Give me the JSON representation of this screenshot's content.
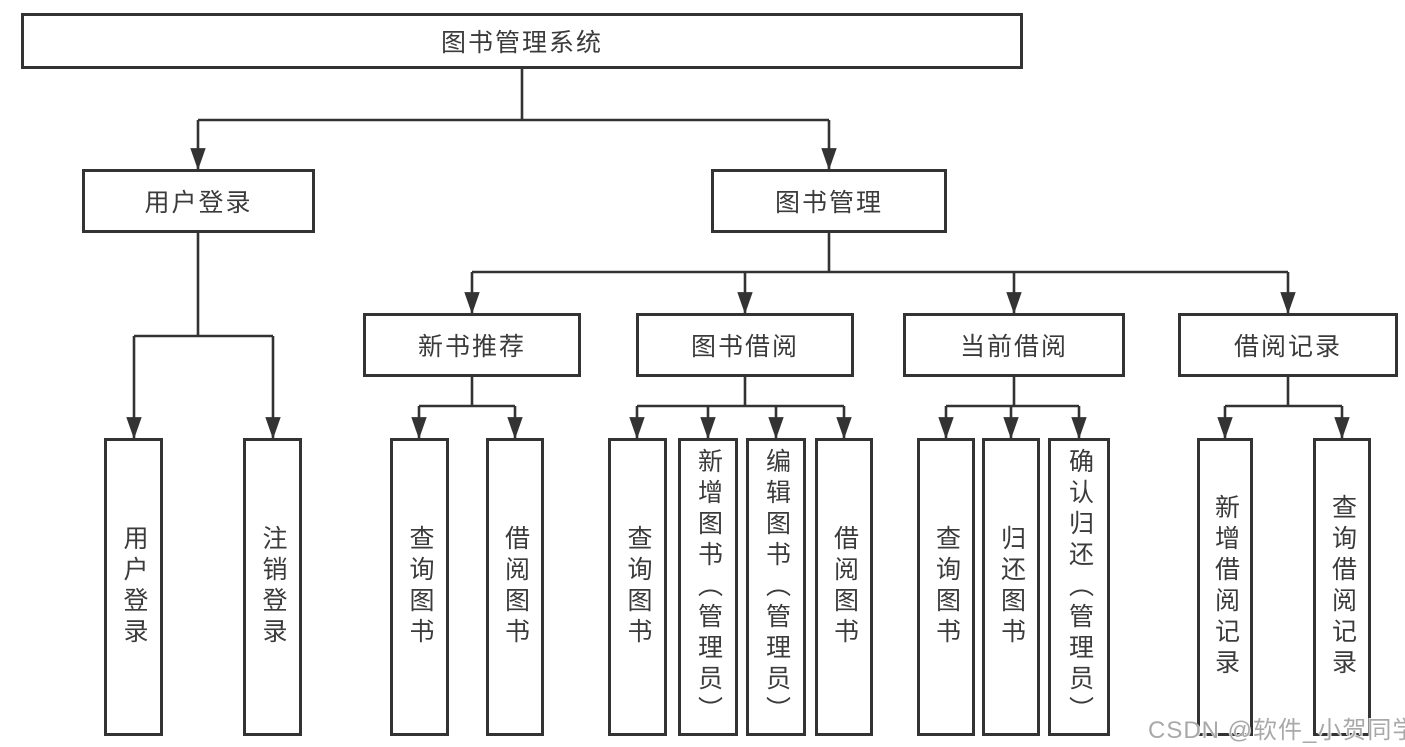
{
  "diagram": {
    "type": "hierarchy-tree",
    "line_color": "#333333",
    "text_color": "#3b3b3b",
    "box_background": "#ffffff"
  },
  "tree": {
    "label": "图书管理系统",
    "children": [
      {
        "label": "用户登录",
        "children": [
          {
            "label": "用户登录"
          },
          {
            "label": "注销登录"
          }
        ]
      },
      {
        "label": "图书管理",
        "children": [
          {
            "label": "新书推荐",
            "children": [
              {
                "label": "查询图书"
              },
              {
                "label": "借阅图书"
              }
            ]
          },
          {
            "label": "图书借阅",
            "children": [
              {
                "label": "查询图书"
              },
              {
                "label": "新增图书（管理员）"
              },
              {
                "label": "编辑图书（管理员）"
              },
              {
                "label": "借阅图书"
              }
            ]
          },
          {
            "label": "当前借阅",
            "children": [
              {
                "label": "查询图书"
              },
              {
                "label": "归还图书"
              },
              {
                "label": "确认归还（管理员）"
              }
            ]
          },
          {
            "label": "借阅记录",
            "children": [
              {
                "label": "新增借阅记录"
              },
              {
                "label": "查询借阅记录"
              }
            ]
          }
        ]
      }
    ]
  },
  "watermark": {
    "text": "CSDN @软件_小贺同学",
    "color": "#a9a9a9"
  }
}
